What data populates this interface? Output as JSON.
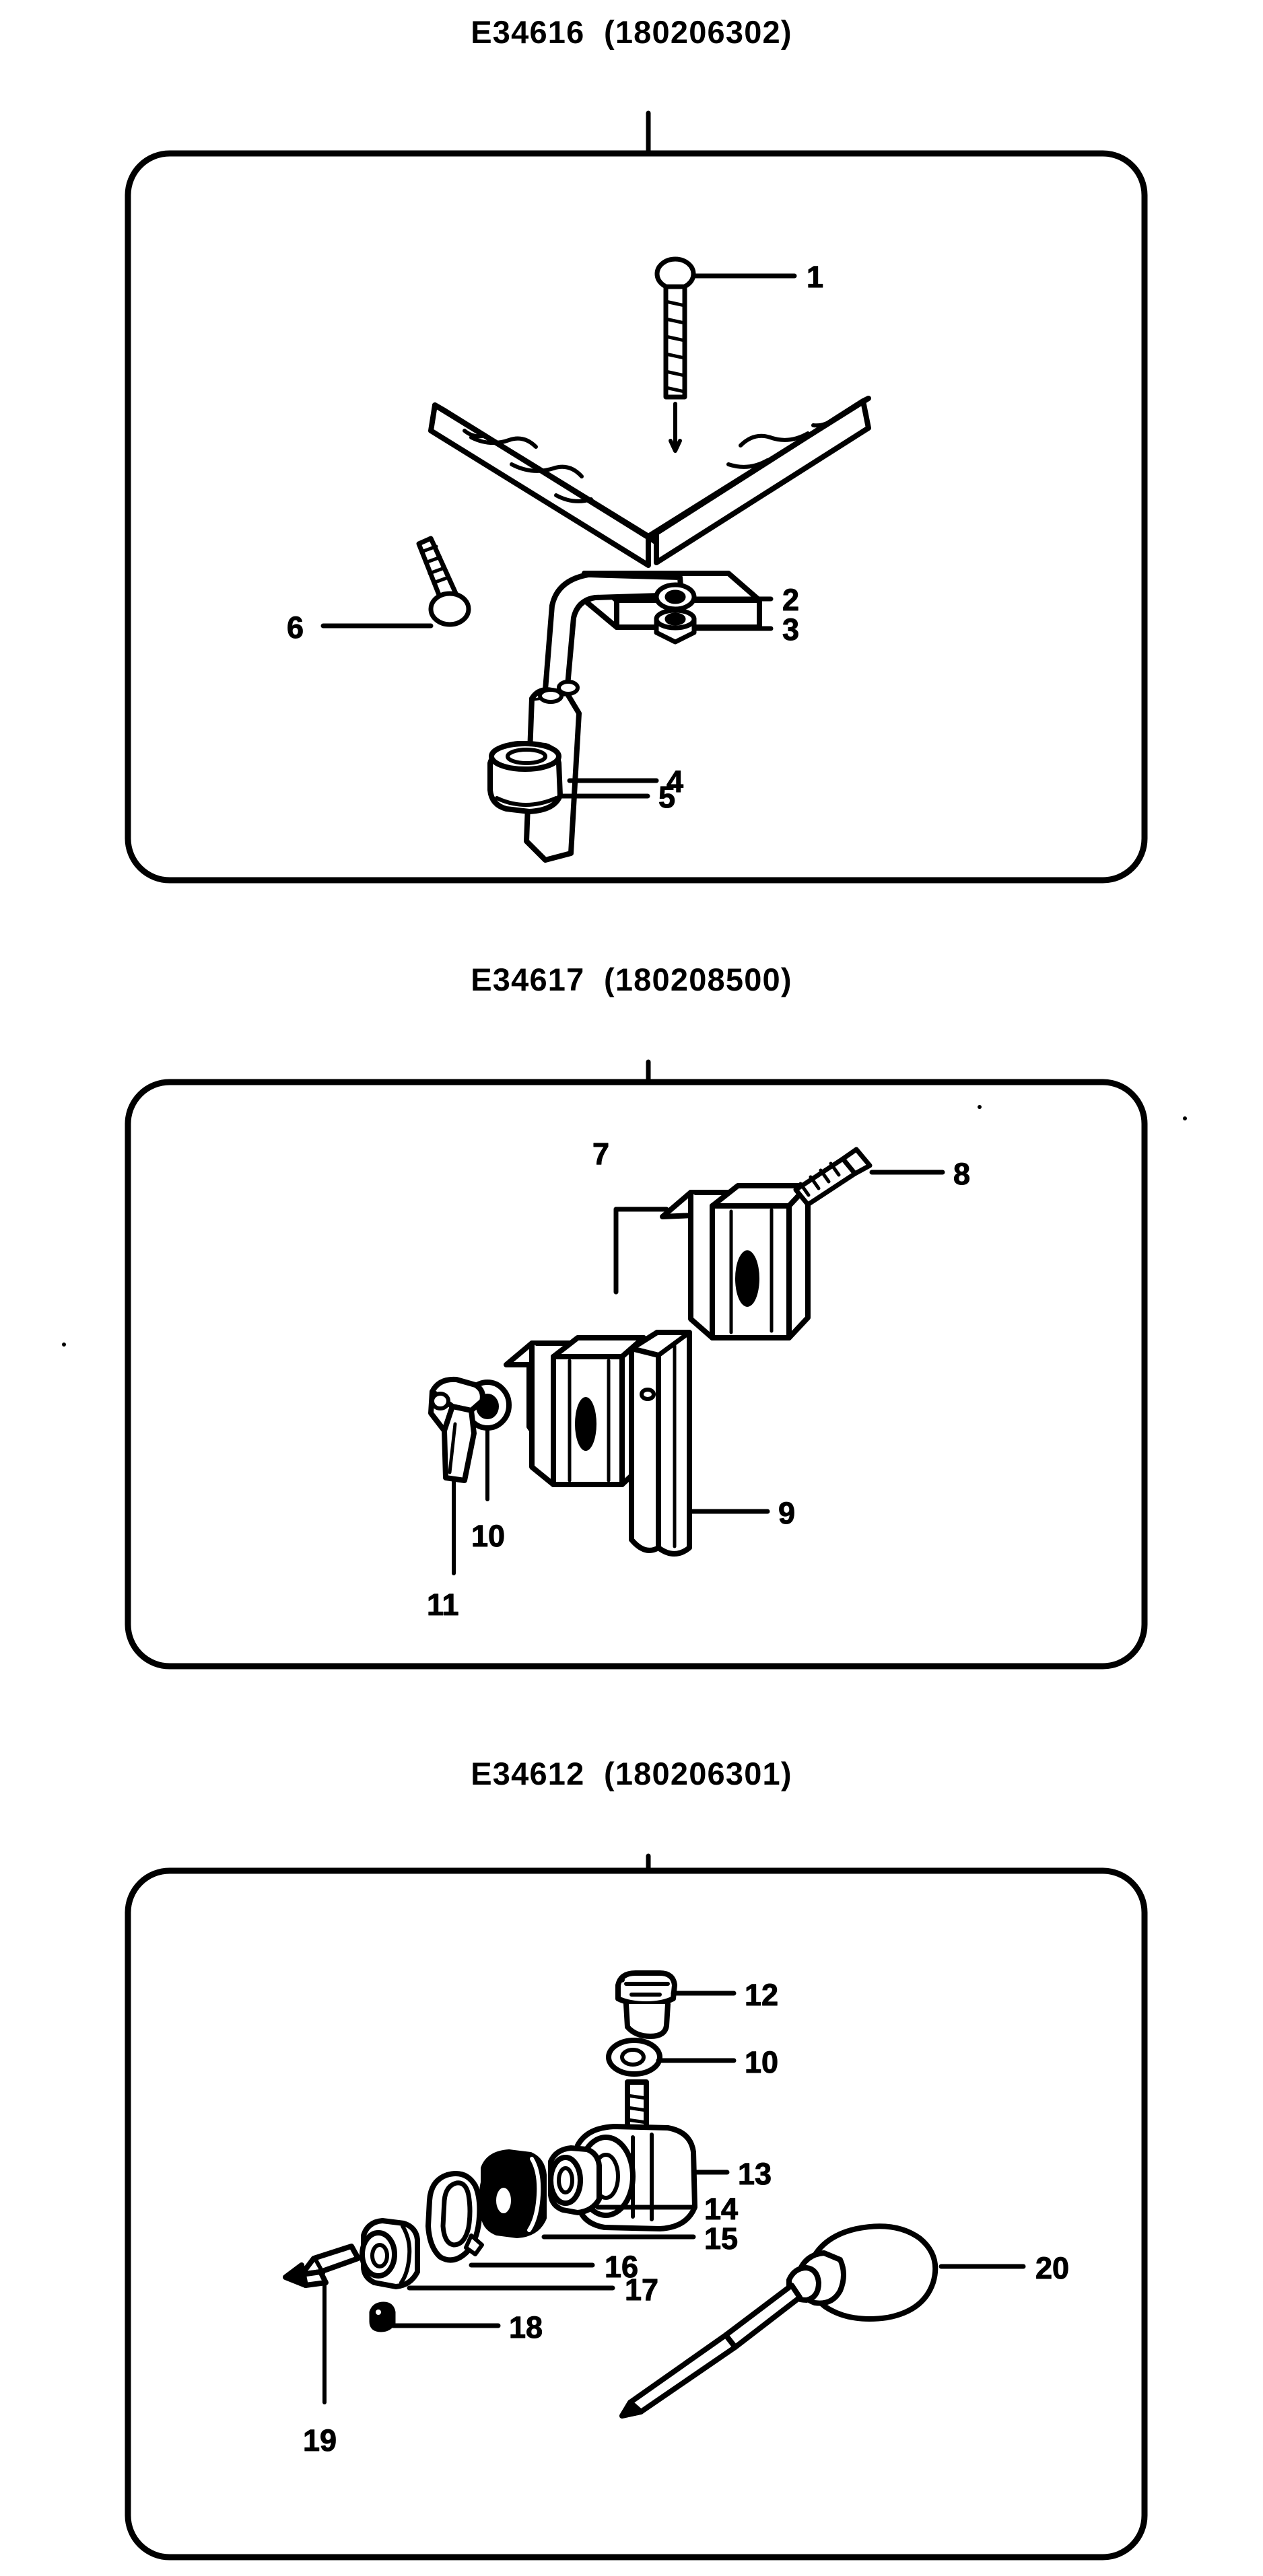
{
  "document": {
    "kind": "exploded-parts-diagram",
    "background_color": "#ffffff",
    "line_color": "#000000",
    "panel_count": 3
  },
  "panels": [
    {
      "id": "panel-1",
      "title": "E34616  (180206302)",
      "assembly_code": "E34616",
      "part_number": "180206302",
      "callouts": [
        {
          "number": "1",
          "part": "round-head-screw"
        },
        {
          "number": "2",
          "part": "flat-washer"
        },
        {
          "number": "3",
          "part": "hex-nut"
        },
        {
          "number": "4",
          "part": "leg-tube"
        },
        {
          "number": "5",
          "part": "rubber-foot-cap"
        },
        {
          "number": "6",
          "part": "pan-head-screw"
        }
      ]
    },
    {
      "id": "panel-2",
      "title": "E34617  (180208500)",
      "assembly_code": "E34617",
      "part_number": "180208500",
      "callouts": [
        {
          "number": "7",
          "part": "hook-bracket"
        },
        {
          "number": "8",
          "part": "threaded-screw"
        },
        {
          "number": "9",
          "part": "flat-bar"
        },
        {
          "number": "10",
          "part": "washer"
        },
        {
          "number": "11",
          "part": "lever-knob"
        }
      ]
    },
    {
      "id": "panel-3",
      "title": "E34612  (180206301)",
      "assembly_code": "E34612",
      "part_number": "180206301",
      "callouts": [
        {
          "number": "12",
          "part": "knurled-wing-nut"
        },
        {
          "number": "10",
          "part": "washer"
        },
        {
          "number": "13",
          "part": "roller-wheel"
        },
        {
          "number": "14",
          "part": "bearing-spacer"
        },
        {
          "number": "15",
          "part": "bearing"
        },
        {
          "number": "16",
          "part": "circlip-retaining-ring"
        },
        {
          "number": "17",
          "part": "bushing"
        },
        {
          "number": "18",
          "part": "ball-grub-screw"
        },
        {
          "number": "19",
          "part": "pointed-pin"
        },
        {
          "number": "20",
          "part": "screwdriver"
        }
      ]
    }
  ]
}
